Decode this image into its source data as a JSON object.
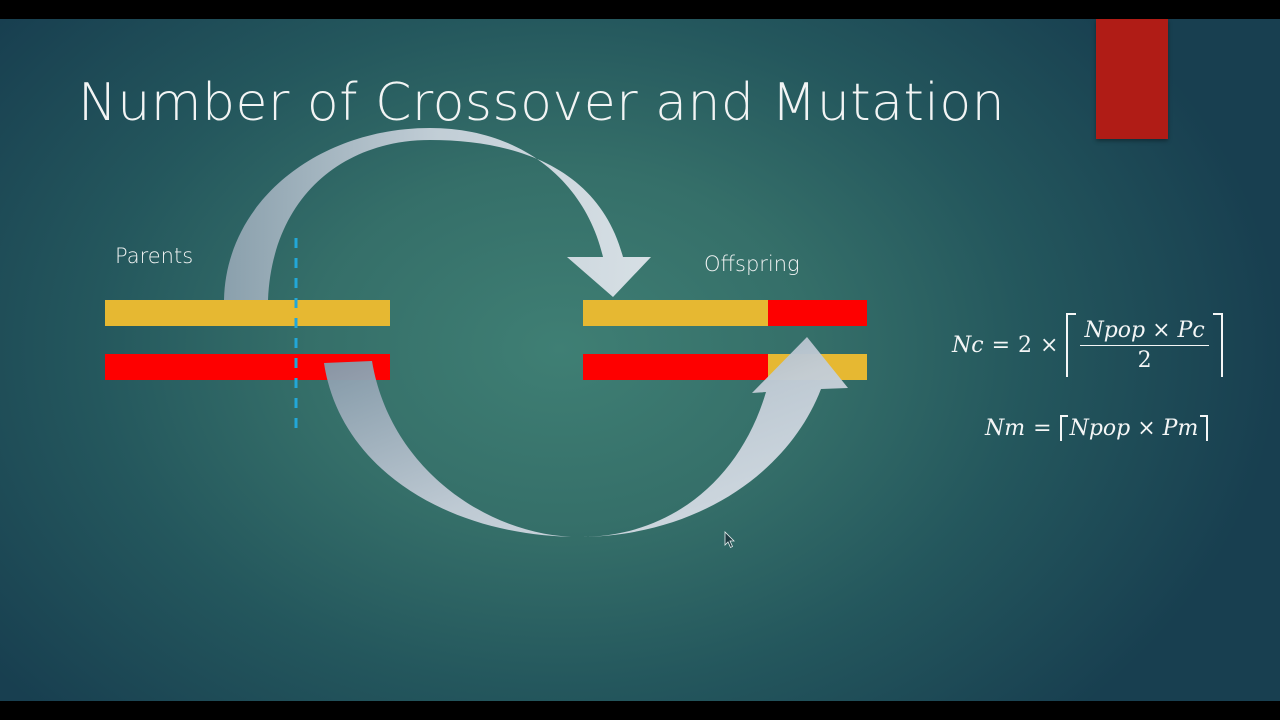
{
  "slide": {
    "title": "Number of Crossover and Mutation",
    "colors": {
      "accent_block": "#b01c16",
      "parent_yellow": "#e6b832",
      "parent_red": "#fe0000",
      "crossover_line": "#22a7d8",
      "arrow_fill_light": "#dde3ea",
      "arrow_fill_dark": "#8a9eac"
    },
    "parents": {
      "label": "Parents",
      "chromosomes": [
        {
          "segments": [
            {
              "color": "yellow",
              "from": 0,
              "to": 1
            }
          ]
        },
        {
          "segments": [
            {
              "color": "red",
              "from": 0,
              "to": 1
            }
          ]
        }
      ],
      "crossover_point_label": ""
    },
    "offspring": {
      "label": "Offspring",
      "chromosomes": [
        {
          "segments": [
            {
              "color": "yellow",
              "from": 0,
              "to": 0.65
            },
            {
              "color": "red",
              "from": 0.65,
              "to": 1
            }
          ]
        },
        {
          "segments": [
            {
              "color": "red",
              "from": 0,
              "to": 0.65
            },
            {
              "color": "yellow",
              "from": 0.65,
              "to": 1
            }
          ]
        }
      ]
    },
    "formulas": {
      "nc": {
        "lhs": "Nc",
        "equals": "=",
        "coefficient": "2",
        "times": "×",
        "numerator": "Npop × Pc",
        "denominator": "2",
        "bracket": "ceiling"
      },
      "nm": {
        "lhs": "Nm",
        "equals": "=",
        "inner": "Npop × Pm",
        "bracket": "ceiling"
      }
    }
  }
}
